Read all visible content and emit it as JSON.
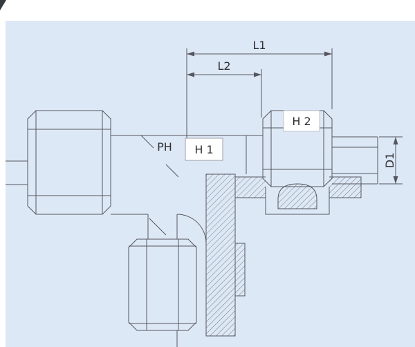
{
  "page": {
    "canvas_color": "#dde8f6",
    "line_color": "#55565e",
    "label_box_color": "#ffffff"
  },
  "labels": {
    "l1": "L1",
    "l2": "L2",
    "ph": "PH",
    "h1": "H 1",
    "h2": "H 2",
    "d1": "D1"
  }
}
